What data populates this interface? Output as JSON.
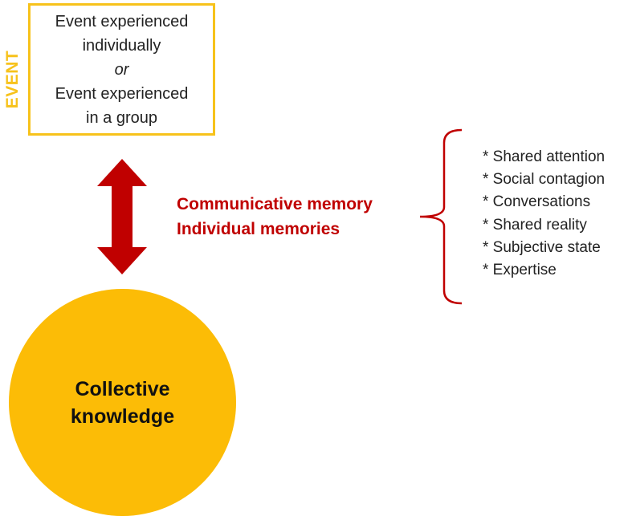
{
  "event": {
    "side_label": "EVENT",
    "line1": "Event experienced",
    "line2": "individually",
    "connector": "or",
    "line3": "Event experienced",
    "line4": "in a group"
  },
  "communication": {
    "line1": "Communicative memory",
    "line2": "Individual memories"
  },
  "factors": [
    "* Shared attention",
    "* Social contagion",
    "* Conversations",
    "* Shared reality",
    "* Subjective state",
    "* Expertise"
  ],
  "collective": {
    "line1": "Collective",
    "line2": "knowledge"
  },
  "colors": {
    "event_yellow": "#f7c21b",
    "circle_yellow": "#fcbc06",
    "arrow_red": "#c00000",
    "text_red": "#c00000"
  }
}
